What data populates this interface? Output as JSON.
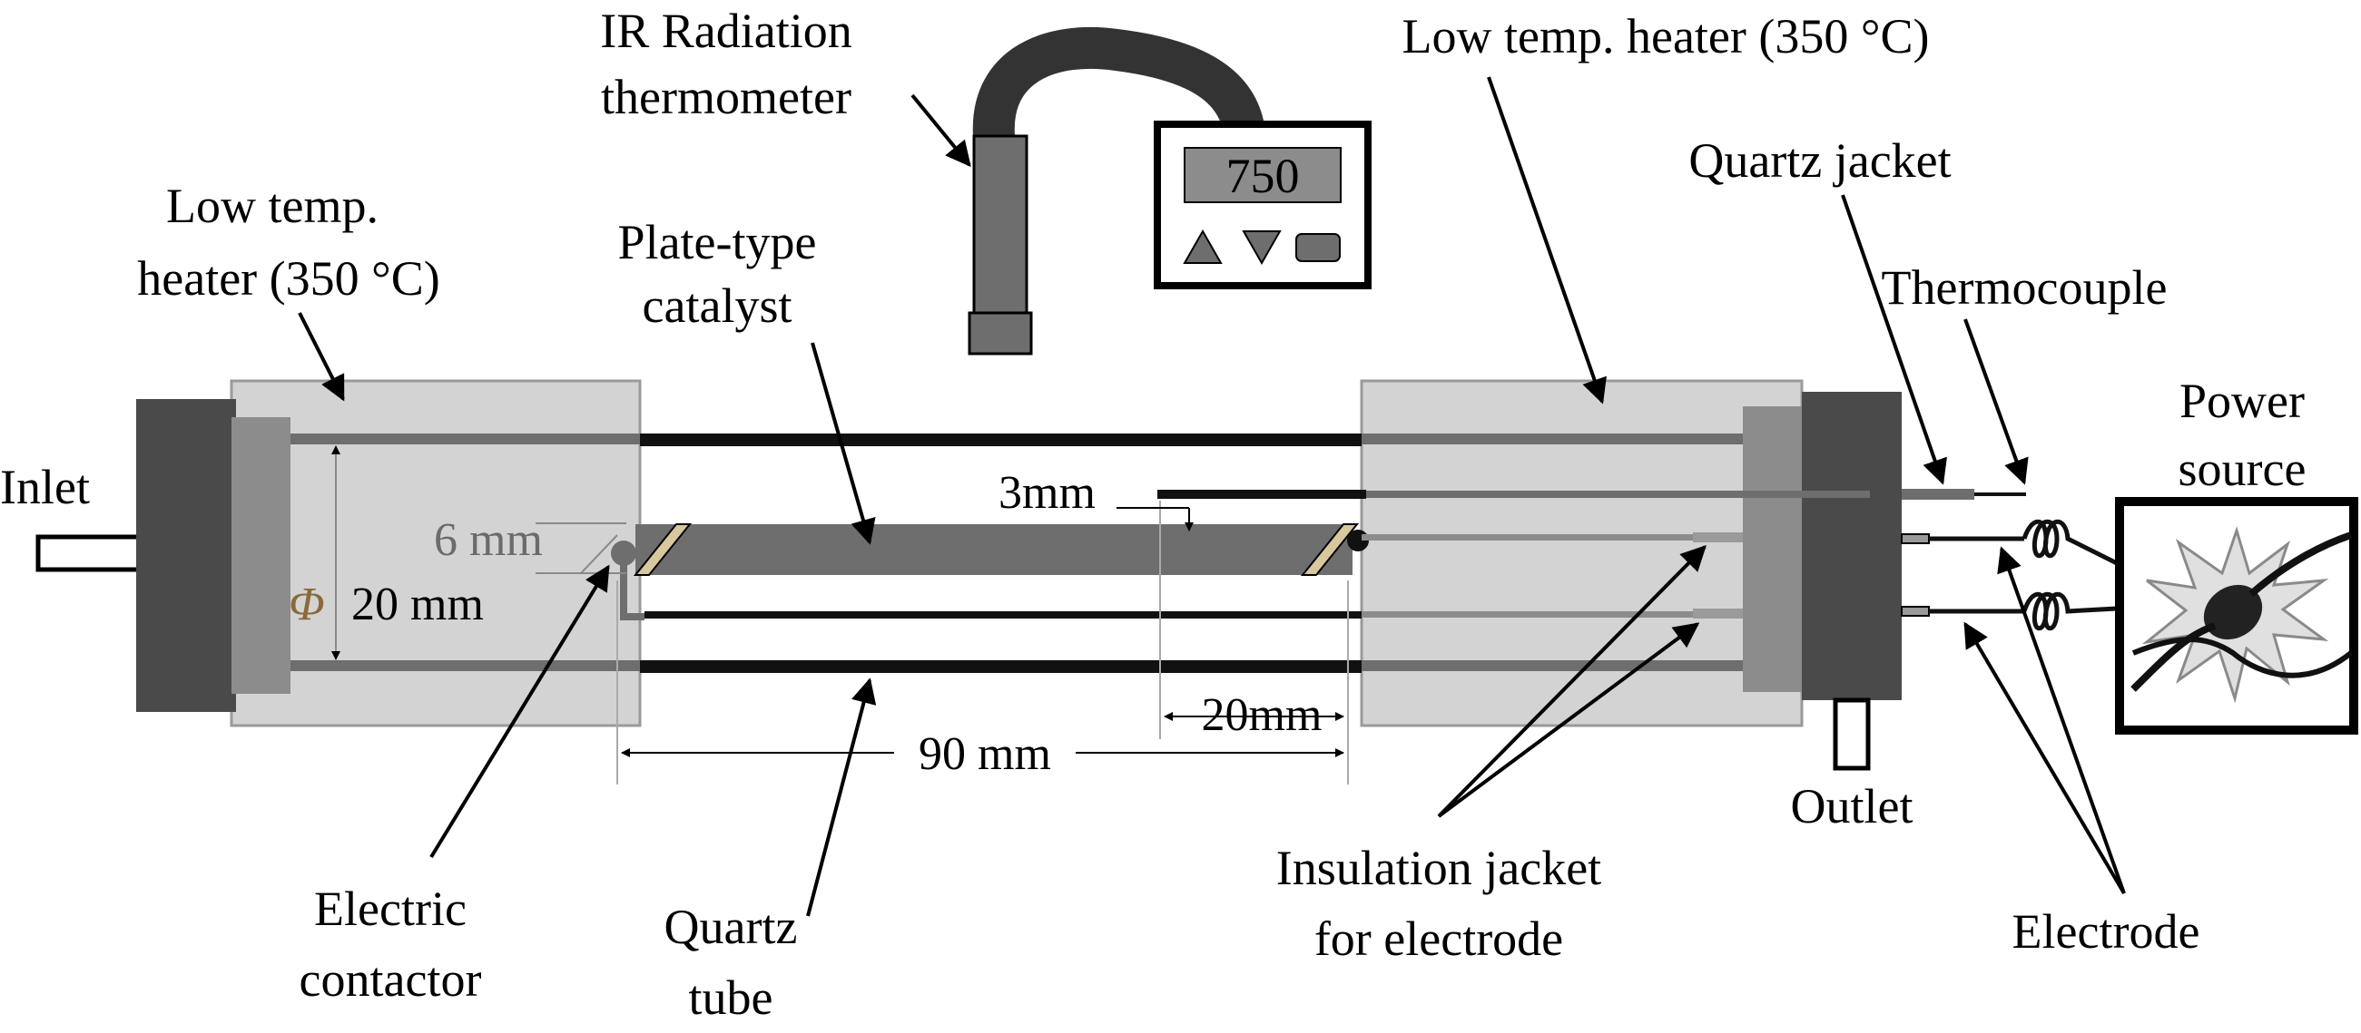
{
  "labels": {
    "ir_line1": "IR Radiation",
    "ir_line2": "thermometer",
    "display_value": "750",
    "heater_left_line1": "Low temp.",
    "heater_left_line2": "heater (350 °C)",
    "heater_right": "Low temp. heater (350 °C)",
    "catalyst_line1": "Plate-type",
    "catalyst_line2": "catalyst",
    "quartz_jacket": "Quartz jacket",
    "thermocouple": "Thermocouple",
    "power_line1": "Power",
    "power_line2": "source",
    "inlet": "Inlet",
    "outlet": "Outlet",
    "contactor_line1": "Electric",
    "contactor_line2": "contactor",
    "quartz_tube_line1": "Quartz",
    "quartz_tube_line2": "tube",
    "insulation_line1": "Insulation jacket",
    "insulation_line2": "for electrode",
    "electrode": "Electrode"
  },
  "dimensions": {
    "plate_thickness": "6 mm",
    "tube_diameter_symbol": "Φ",
    "tube_diameter": "20 mm",
    "gap": "3mm",
    "electrode_span": "20mm",
    "catalyst_length": "90 mm"
  },
  "colors": {
    "heater_fill": "#d3d3d3",
    "flange_dark": "#4a4a4a",
    "flange_mid": "#8c8c8c",
    "plate_fill": "#6e6e6e",
    "tube_wall": "#111111",
    "contact_pad": "#d8c8a0"
  }
}
